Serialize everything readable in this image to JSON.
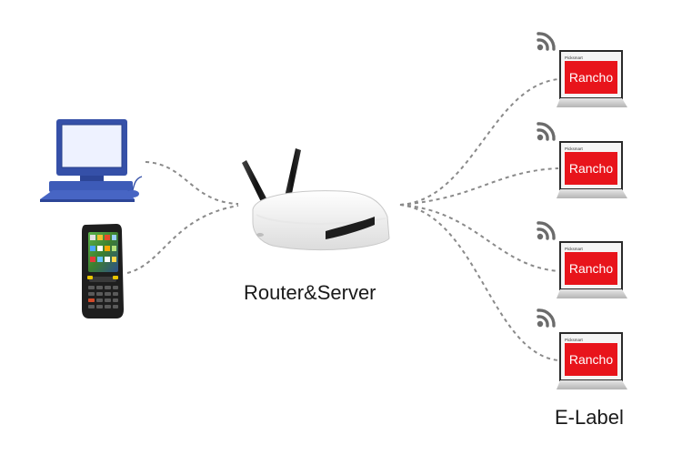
{
  "router": {
    "caption": "Router&Server"
  },
  "elabels": {
    "caption": "E-Label",
    "labels": [
      {
        "brand": "Picksmart",
        "text": "Rancho"
      },
      {
        "brand": "Picksmart",
        "text": "Rancho"
      },
      {
        "brand": "Picksmart",
        "text": "Rancho"
      },
      {
        "brand": "Picksmart",
        "text": "Rancho"
      }
    ]
  },
  "colors": {
    "label_screen": "#e8141b",
    "computer_blue": "#3550a8",
    "connector": "#8a8a8a",
    "wifi": "#6b6b6b"
  },
  "icons": [
    "computer-icon",
    "handheld-terminal-icon",
    "router-icon",
    "wifi-icon",
    "electronic-shelf-label-icon"
  ]
}
